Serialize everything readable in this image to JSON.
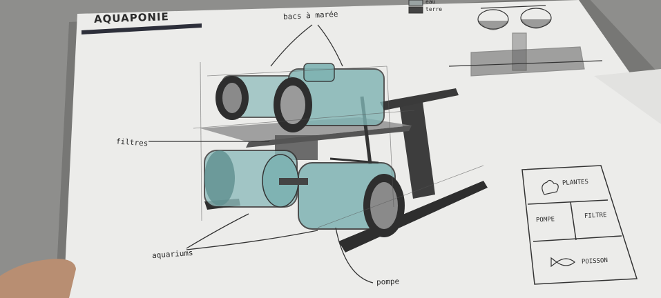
{
  "sheet": {
    "title": "AQUAPONIE",
    "annotations": {
      "tubs": "bacs à marée",
      "filters": "filtres",
      "aquariums": "aquariums",
      "pump": "pompe"
    },
    "legend": {
      "water": "eau",
      "soil": "terre"
    },
    "plan": {
      "plants": "PLANTES",
      "pump": "POMPE",
      "filter": "FILTRE",
      "fish": "POISSON"
    }
  },
  "colors": {
    "paper": "#eeeeec",
    "ink": "#2b2b2b",
    "water": "#7fb3b3",
    "frame": "#4a4a4a",
    "background": "#8e8e8c"
  },
  "icons": [
    "plant-icon",
    "fish-icon"
  ]
}
